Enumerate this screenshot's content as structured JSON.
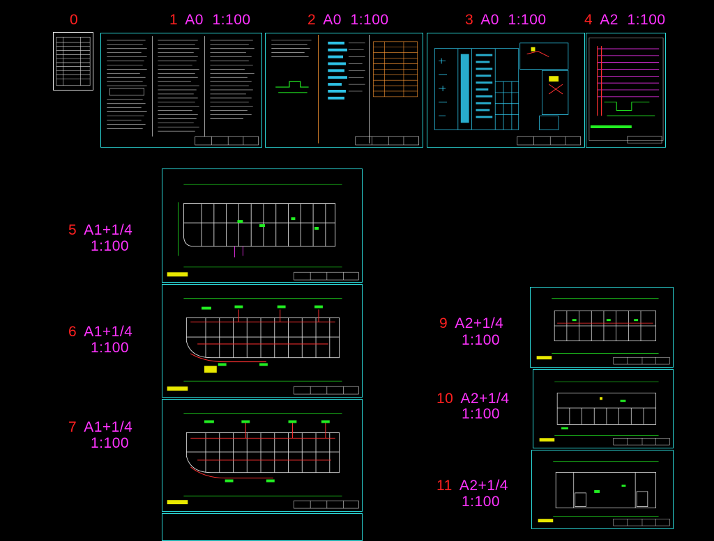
{
  "sheets": [
    {
      "id": "0",
      "label_num": "0",
      "label_fmt": "",
      "label_scale": ""
    },
    {
      "id": "1",
      "label_num": "1",
      "label_fmt": "A0",
      "label_scale": "1:100"
    },
    {
      "id": "2",
      "label_num": "2",
      "label_fmt": "A0",
      "label_scale": "1:100"
    },
    {
      "id": "3",
      "label_num": "3",
      "label_fmt": "A0",
      "label_scale": "1:100"
    },
    {
      "id": "4",
      "label_num": "4",
      "label_fmt": "A2",
      "label_scale": "1:100"
    },
    {
      "id": "5",
      "label_num": "5",
      "label_fmt": "A1+1/4",
      "label_scale": "1:100"
    },
    {
      "id": "6",
      "label_num": "6",
      "label_fmt": "A1+1/4",
      "label_scale": "1:100"
    },
    {
      "id": "7",
      "label_num": "7",
      "label_fmt": "A1+1/4",
      "label_scale": "1:100"
    },
    {
      "id": "9",
      "label_num": "9",
      "label_fmt": "A2+1/4",
      "label_scale": "1:100"
    },
    {
      "id": "10",
      "label_num": "10",
      "label_fmt": "A2+1/4",
      "label_scale": "1:100"
    },
    {
      "id": "11",
      "label_num": "11",
      "label_fmt": "A2+1/4",
      "label_scale": "1:100"
    }
  ],
  "colors": {
    "background": "#000000",
    "sheet_border": "#2bd8d8",
    "label_number": "#ff2020",
    "label_format": "#ff33ff",
    "wall_lines": "#ffffff",
    "wiring": "#ff3030",
    "equipment": "#22ee22",
    "title_block_fill": "#e8e800",
    "table_cyan": "#33d8ff"
  }
}
